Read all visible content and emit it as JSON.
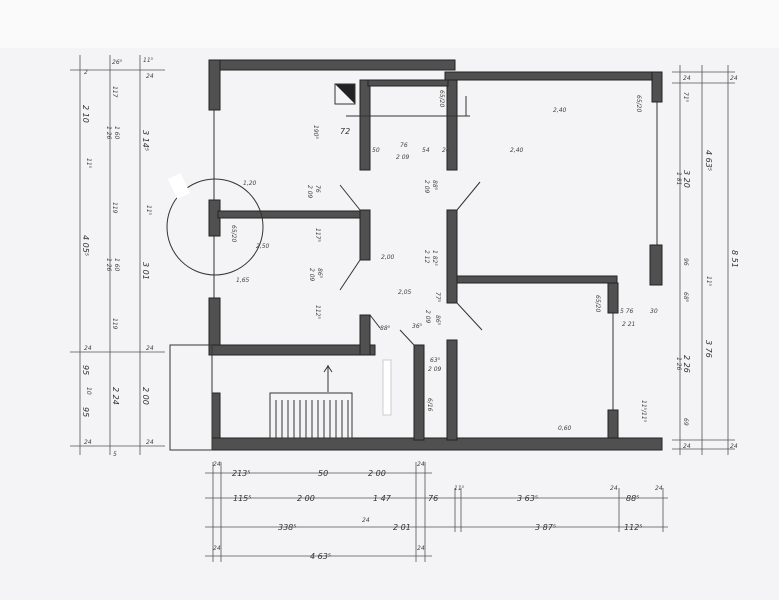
{
  "bottom_dims": {
    "row1": [
      "24",
      "213⁵",
      "50",
      "2 00",
      "24"
    ],
    "row2": [
      "115⁵",
      "2 00",
      "1 47",
      "76",
      "11⁵",
      "3 63⁵",
      "24",
      "88⁵",
      "24"
    ],
    "row3": [
      "338⁵",
      "24",
      "2 01",
      "3 87⁵",
      "112⁵"
    ],
    "row4": [
      "24",
      "4 63⁵",
      "24"
    ]
  },
  "left_dims": {
    "col1": [
      "2",
      "2 10",
      "11⁵",
      "4 05⁵",
      "24",
      "95",
      "10",
      "95",
      "24"
    ],
    "col2": [
      "26⁵",
      "117",
      "1 60",
      "1 26",
      "119",
      "1 60",
      "1 26",
      "119",
      "2 24",
      "5"
    ],
    "col3": [
      "11⁵",
      "24",
      "3 14⁵",
      "11⁵",
      "3 01",
      "24",
      "2 00",
      "24"
    ]
  },
  "right_dims": {
    "col1": [
      "24",
      "71⁵",
      "3 20",
      "1 81",
      "96",
      "68⁵",
      "2 26",
      "1 26",
      "69",
      "24"
    ],
    "col2": [
      "4 63⁵",
      "11⁵",
      "3 76"
    ],
    "col3": [
      "24",
      "8 51",
      "24"
    ]
  },
  "room_labels": {
    "opening_top": "65/20",
    "opening_right": "65/20",
    "opening_left": "65/20",
    "opening_mid": "65/20",
    "w72": "72",
    "d50": "50",
    "d76": "76",
    "d54": "54",
    "d20": "20",
    "d209a": "2 09",
    "d190": "190⁵",
    "d76b": "76",
    "d209b": "2 09",
    "d117": "117⁵",
    "d86": "86⁵",
    "d209c": "2 09",
    "d112": "112⁵",
    "d209d": "2 09",
    "d88": "88⁵",
    "d182": "1 82⁵",
    "d212": "2 12",
    "d77": "77⁵",
    "d86b": "86⁵",
    "d88b": "88⁵",
    "d36": "36⁵",
    "d209e": "2 09",
    "d63": "63⁵",
    "d209f": "2 09",
    "d576": "5 76",
    "d221": "2 21",
    "d30": "30",
    "d115": "11⁵/11⁵",
    "h240": "2,40",
    "h250": "2,50",
    "h200": "2,00",
    "h205": "2,05",
    "h165": "1,65",
    "h240b": "2,40",
    "h120": "1,20",
    "h060": "0,60",
    "s616": "6/16"
  }
}
